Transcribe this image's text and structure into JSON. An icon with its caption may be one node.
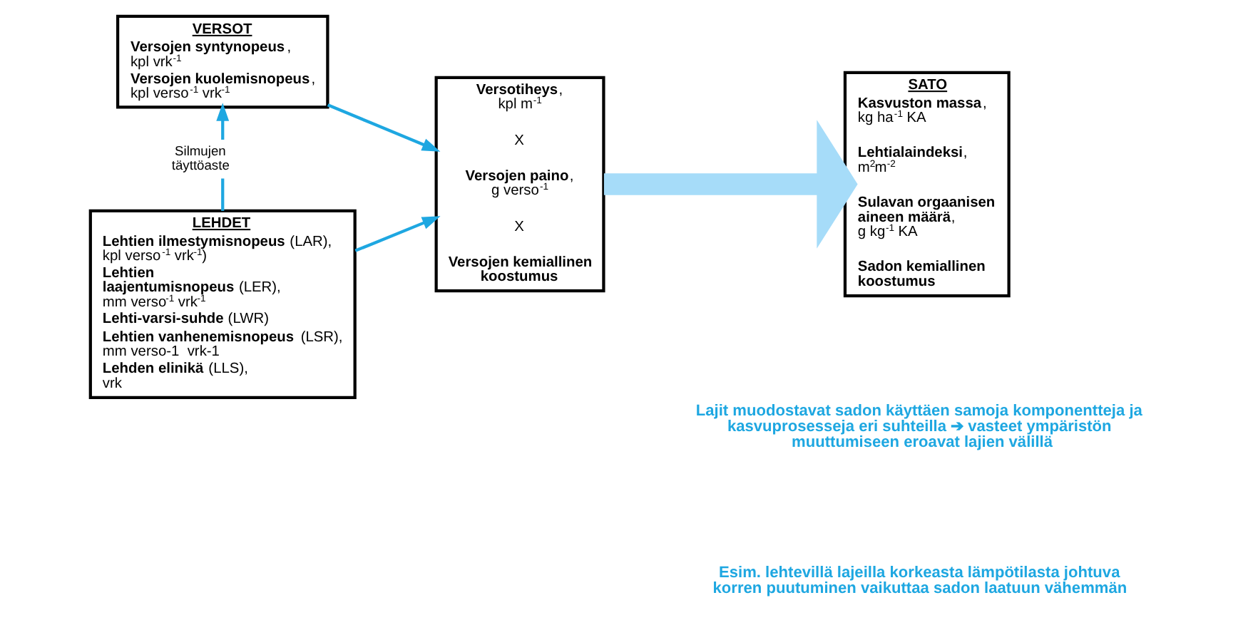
{
  "diagram": {
    "nodes": [
      {
        "text": [
          "VERSOT",
          "**Versojen syntynopeus**, kpl vrk$^{-1}$",
          "**Versojen kuolemisnopeus**, kpl verso$^{-1}$ vrk$^{-1}$"
        ]
      },
      {
        "text": [
          "LEHDET",
          "**Lehtien ilmestymisnopeus** (LAR), kpl verso$^{-1}$ vrk$^{-1}$)",
          "**Lehtien laajentumisnopeus** (LER), mm verso$^{-1}$ vrk$^{-1}$",
          "**Lehti-varsi-suhde** (LWR)",
          "**Lehtien vanhenemisnopeus** (LSR), mm verso-1  vrk-1",
          "**Lehden elinikä** (LLS), vrk"
        ]
      },
      {
        "text": [
          "**Versotiheys**, kpl m$^{-1}$",
          "X",
          "**Versojen paino**, g verso$^{-1}$",
          "X",
          "Versojen kemiallinen koostumus"
        ]
      },
      {
        "text": [
          "SATO",
          "**Kasvuston massa**, kg ha$^{-1}$ KA",
          "**Lehtialaindeksi**, m$^{2}$m$^{-2}$",
          "**Sulavan orgaanisen aineen määrä**, g kg$^{-1}$ KA",
          "Sadon kemiallinen koostumus"
        ]
      }
    ],
    "edges": [
      {
        "from": 1,
        "to": 0,
        "arrow": "to",
        "label": "Silmujen täyttöaste"
      },
      {
        "from": 0,
        "to": 2,
        "arrow": "to"
      },
      {
        "from": 1,
        "to": 2,
        "arrow": "to"
      },
      {
        "from": 2,
        "to": 3,
        "arrow": "to",
        "style": "thick",
        "color": "#a6dcf9"
      }
    ],
    "labels": [
      "Lajit muodostavat sadon käyttäen samoja komponentteja ja kasvuprosesseja eri suhteilla ➔ vasteet ympäristön muuttumiseen eroavat lajien välillä",
      "Esim. lehtevillä lajeilla korkeasta lämpötilasta johtuva korren puutuminen vaikuttaa sadon laatuun vähemmän"
    ]
  }
}
